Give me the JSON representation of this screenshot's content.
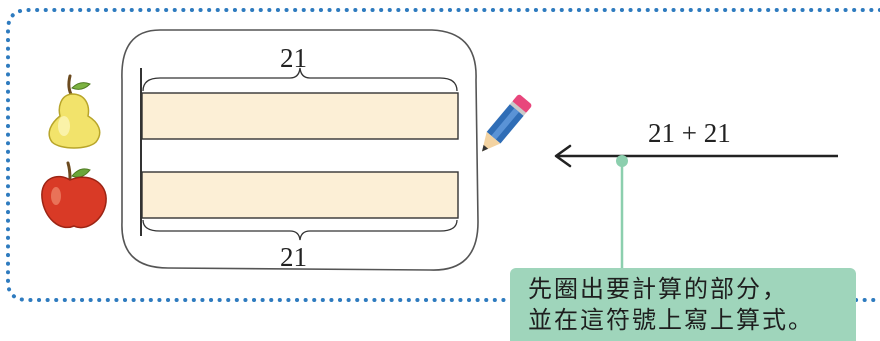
{
  "diagram": {
    "top_value": "21",
    "bottom_value": "21",
    "expression": "21 + 21",
    "note": {
      "line1": "先圈出要計算的部分，",
      "line2": "並在這符號上寫上算式。"
    },
    "colors": {
      "dotted_border": "#2e7bbf",
      "bar_fill": "#fcefd6",
      "note_bg": "#9fd5bb",
      "pointer_line": "#8ccfae"
    },
    "icons": [
      "pear-icon",
      "apple-icon",
      "pencil-icon",
      "arrow-left-icon"
    ]
  }
}
